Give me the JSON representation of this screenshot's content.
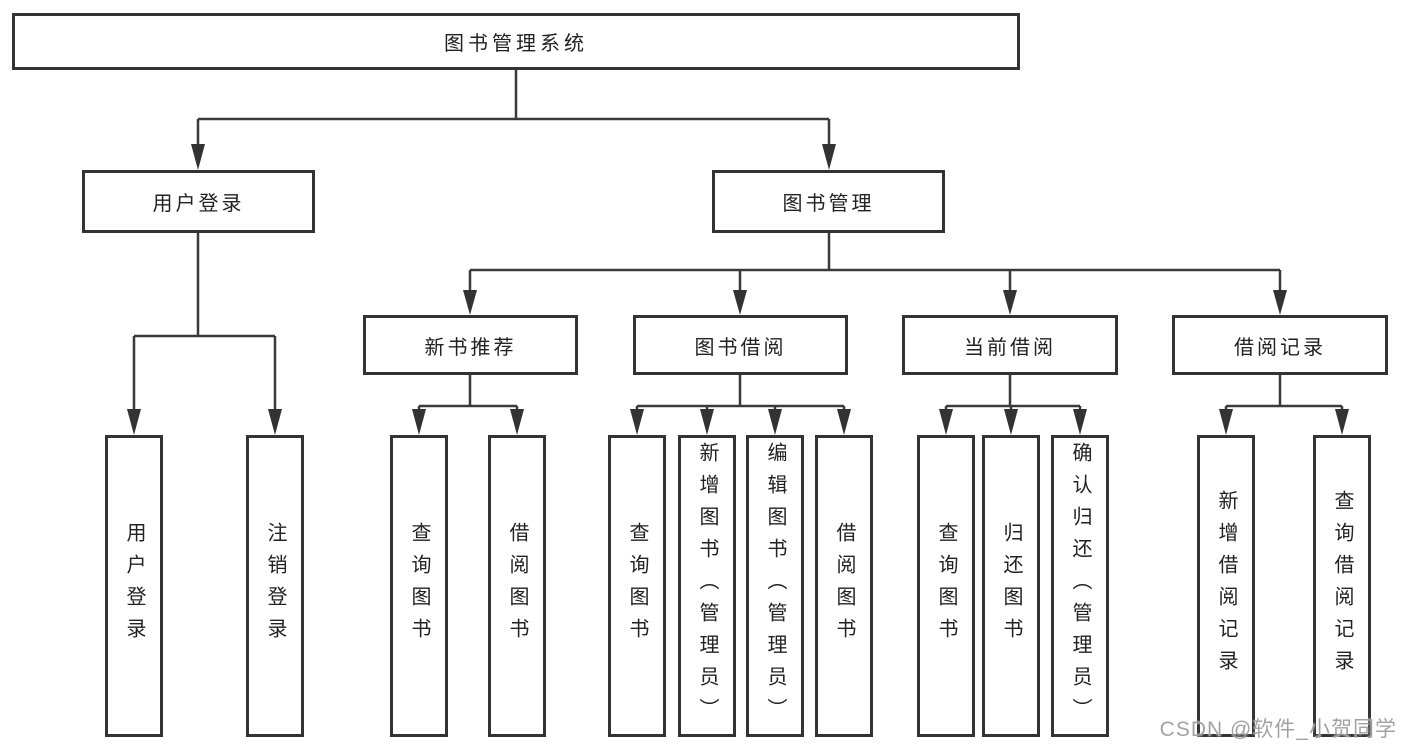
{
  "tree": {
    "root": {
      "label": "图书管理系统"
    },
    "branches": [
      {
        "label": "用户登录",
        "children": [
          "用户登录",
          "注销登录"
        ]
      },
      {
        "label": "图书管理",
        "sections": [
          {
            "label": "新书推荐",
            "children": [
              "查询图书",
              "借阅图书"
            ]
          },
          {
            "label": "图书借阅",
            "children": [
              "查询图书",
              "新增图书（管理员）",
              "编辑图书（管理员）",
              "借阅图书"
            ]
          },
          {
            "label": "当前借阅",
            "children": [
              "查询图书",
              "归还图书",
              "确认归还（管理员）"
            ]
          },
          {
            "label": "借阅记录",
            "children": [
              "新增借阅记录",
              "查询借阅记录"
            ]
          }
        ]
      }
    ]
  },
  "colors": {
    "line": "#3a3a3a",
    "border": "#333333",
    "text": "#222222",
    "watermark": "#9a9a9a"
  },
  "watermark": {
    "text": "CSDN @软件_小贺同学"
  }
}
